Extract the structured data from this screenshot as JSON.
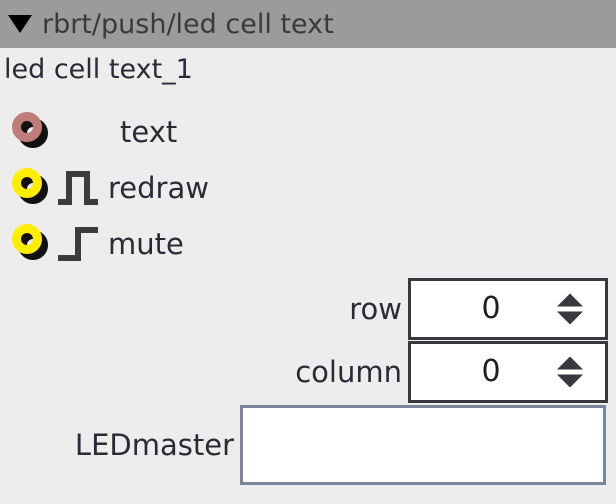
{
  "window": {
    "title": "rbrt/push/led cell text",
    "disclosure_icon": "triangle-down-icon",
    "expanded": true,
    "header_bg": "#9b9b9b",
    "body_bg": "#ededed"
  },
  "object": {
    "name": "led cell text_1"
  },
  "ports": [
    {
      "label": "text",
      "indicator_icon": "ring-icon",
      "indicator_color": "#c07b7b",
      "waveform_icon": ""
    },
    {
      "label": "redraw",
      "indicator_icon": "ring-icon",
      "indicator_color": "#ffee00",
      "waveform_icon": "pulse-waveform-icon"
    },
    {
      "label": "mute",
      "indicator_icon": "ring-icon",
      "indicator_color": "#ffee00",
      "waveform_icon": "step-waveform-icon"
    }
  ],
  "fields": [
    {
      "label": "row",
      "value": "0",
      "type": "spinbox",
      "up_icon": "triangle-up-icon",
      "down_icon": "triangle-down-icon"
    },
    {
      "label": "column",
      "value": "0",
      "type": "spinbox",
      "up_icon": "triangle-up-icon",
      "down_icon": "triangle-down-icon"
    }
  ],
  "text_field": {
    "label": "LEDmaster",
    "value": "",
    "placeholder": "",
    "border_color": "#7a8699"
  }
}
